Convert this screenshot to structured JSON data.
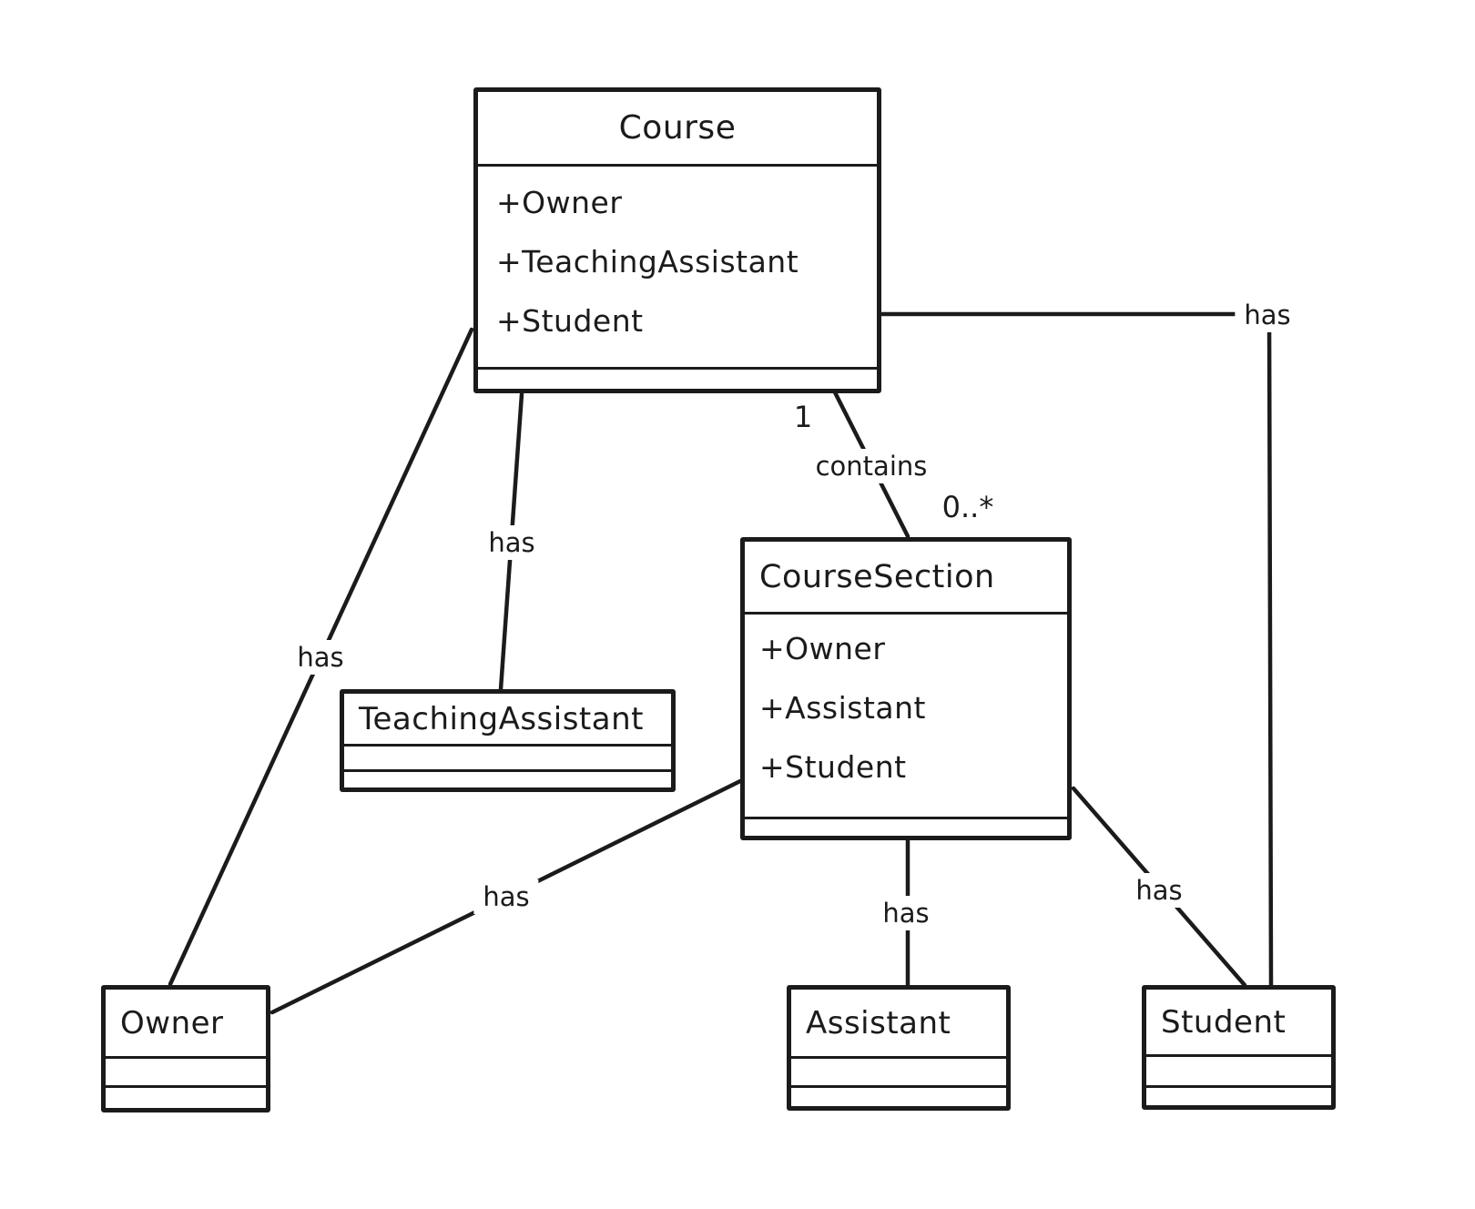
{
  "diagram": {
    "background_color": "#ffffff",
    "stroke_color": "#1b1b1b",
    "classes": [
      {
        "id": "course",
        "name": "Course",
        "attributes": [
          "+Owner",
          "+TeachingAssistant",
          "+Student"
        ]
      },
      {
        "id": "course-section",
        "name": "CourseSection",
        "attributes": [
          "+Owner",
          "+Assistant",
          "+Student"
        ]
      },
      {
        "id": "teaching-assistant",
        "name": "TeachingAssistant",
        "attributes": []
      },
      {
        "id": "owner",
        "name": "Owner",
        "attributes": []
      },
      {
        "id": "assistant",
        "name": "Assistant",
        "attributes": []
      },
      {
        "id": "student",
        "name": "Student",
        "attributes": []
      }
    ],
    "relations": [
      {
        "id": "course-contains-course-section",
        "source": "Course",
        "target": "CourseSection",
        "label": "contains",
        "source_multiplicity": "1",
        "target_multiplicity": "0..*"
      },
      {
        "id": "course-has-teaching-assistant",
        "source": "Course",
        "target": "TeachingAssistant",
        "label": "has"
      },
      {
        "id": "course-has-owner",
        "source": "Course",
        "target": "Owner",
        "label": "has"
      },
      {
        "id": "course-has-student",
        "source": "Course",
        "target": "Student",
        "label": "has"
      },
      {
        "id": "course-section-has-owner",
        "source": "CourseSection",
        "target": "Owner",
        "label": "has"
      },
      {
        "id": "course-section-has-assistant",
        "source": "CourseSection",
        "target": "Assistant",
        "label": "has"
      },
      {
        "id": "course-section-has-student",
        "source": "CourseSection",
        "target": "Student",
        "label": "has"
      }
    ]
  }
}
